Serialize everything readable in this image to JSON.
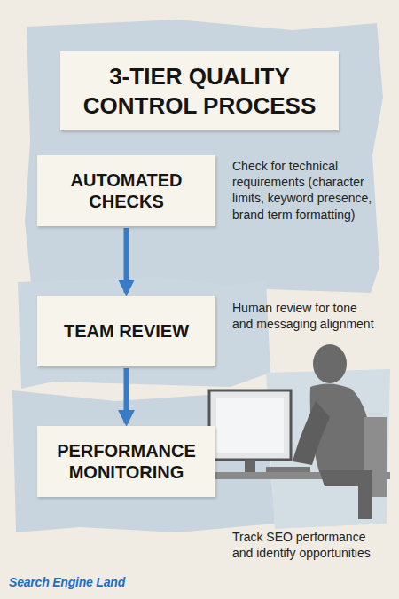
{
  "diagram": {
    "title": "3-TIER QUALITY CONTROL PROCESS",
    "nodes": [
      {
        "text": [
          "AUTOMATED CHECKS"
        ]
      },
      {
        "text": [
          "TEAM REVIEW"
        ]
      },
      {
        "text": [
          "PERFORMANCE MONITORING"
        ]
      }
    ],
    "edges": [
      {
        "from": 0,
        "to": 1,
        "arrow": "to"
      },
      {
        "from": 1,
        "to": 2,
        "arrow": "to"
      }
    ],
    "labels": [
      "Check for technical requirements (character limits, keyword presence, brand term formatting)",
      "Human review for tone and messaging alignment",
      "Track SEO performance and identify opportunities",
      "Search Engine Land"
    ]
  }
}
